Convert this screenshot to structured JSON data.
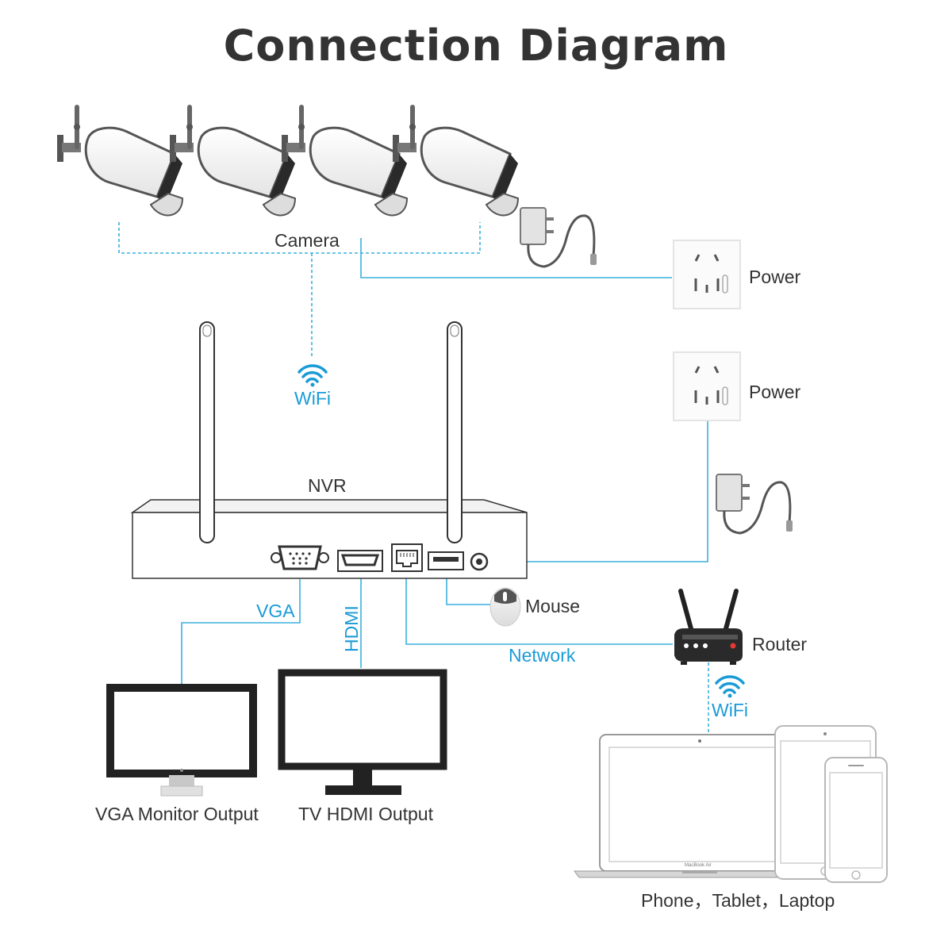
{
  "title": "Connection Diagram",
  "labels": {
    "camera": "Camera",
    "power_top": "Power",
    "power_mid": "Power",
    "wifi_top": "WiFi",
    "nvr": "NVR",
    "mouse": "Mouse",
    "router": "Router",
    "vga": "VGA",
    "hdmi": "HDMI",
    "network": "Network",
    "wifi_bottom": "WiFi",
    "vga_output": "VGA Monitor Output",
    "tv_output": "TV HDMI Output",
    "devices": "Phone，Tablet，Laptop",
    "laptop_brand": "MacBook Air"
  },
  "colors": {
    "line": "#3ab0de",
    "accent_text": "#1a9bd7",
    "text": "#333333",
    "device_dark": "#222222"
  },
  "icons": {
    "camera": "bullet-camera-icon",
    "adapter": "power-adapter-icon",
    "socket": "wall-socket-icon",
    "wifi": "wifi-icon",
    "nvr": "nvr-recorder-icon",
    "mouse": "mouse-icon",
    "router": "router-icon",
    "monitor": "monitor-icon",
    "phone": "phone-icon",
    "tablet": "tablet-icon",
    "laptop": "laptop-icon"
  }
}
